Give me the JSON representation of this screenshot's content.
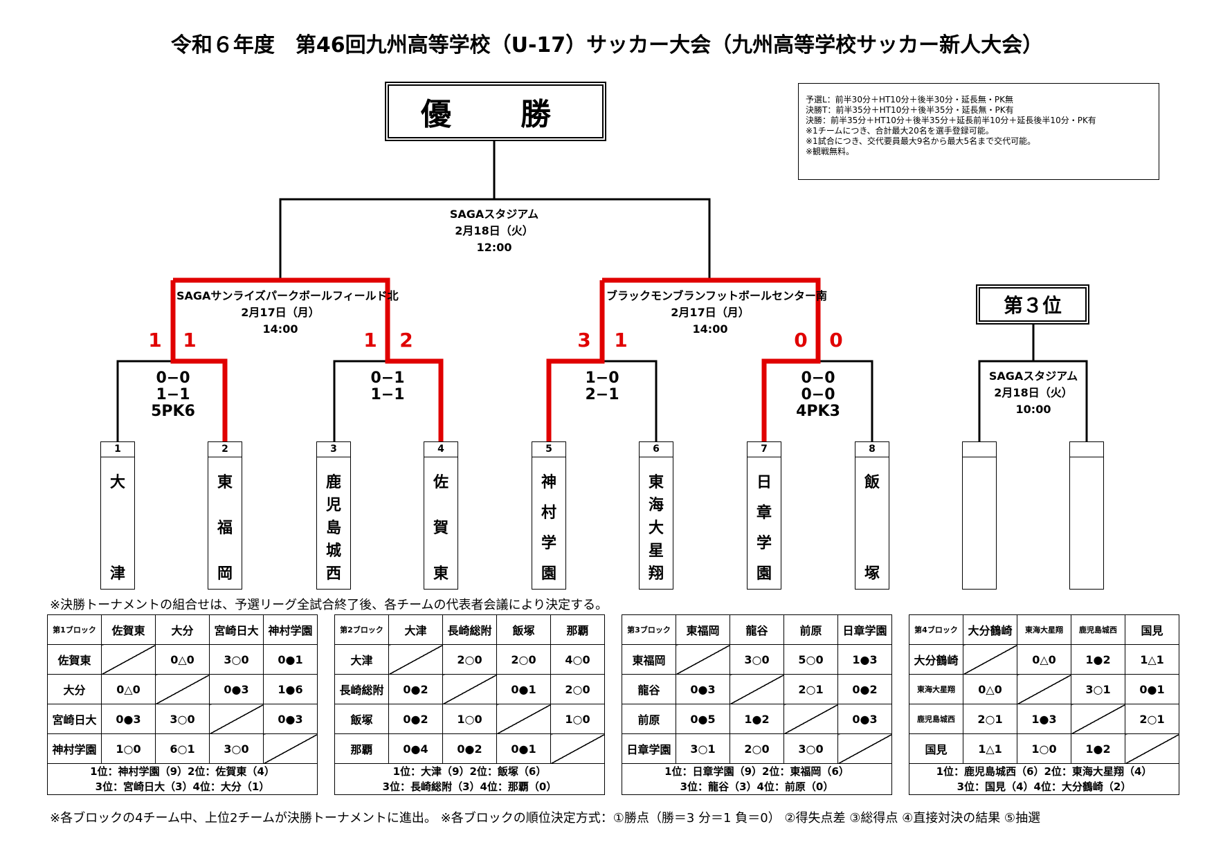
{
  "title": "令和６年度　第46回九州高等学校（U-17）サッカー大会（九州高等学校サッカー新人大会）",
  "champion_label": "優　勝",
  "third_label": "第３位",
  "rules": [
    "予選L：前半30分＋HT10分＋後半30分・延長無・PK無",
    "決勝T：前半35分＋HT10分＋後半35分・延長無・PK有",
    "決勝：前半35分＋HT10分＋後半35分＋延長前半10分＋延長後半10分・PK有",
    "※1チームにつき、合計最大20名を選手登録可能。",
    "※1試合につき、交代要員最大9名から最大5名まで交代可能。",
    "※観戦無料。"
  ],
  "final": {
    "venue": "SAGAスタジアム",
    "date": "2月18日（火）",
    "time": "12:00"
  },
  "semi_left": {
    "venue": "SAGAサンライズパークボールフィールド北",
    "date": "2月17日（月）",
    "time": "14:00"
  },
  "semi_right": {
    "venue": "ブラックモンブランフットボールセンター南",
    "date": "2月17日（月）",
    "time": "14:00"
  },
  "third_match": {
    "venue": "SAGAスタジアム",
    "date": "2月18日（火）",
    "time": "10:00"
  },
  "semi_scores": [
    "1",
    "1",
    "1",
    "2",
    "3",
    "1",
    "0",
    "0"
  ],
  "qf_scores": [
    {
      "l1": "0−0",
      "l2": "1−1",
      "l3": "5PK6"
    },
    {
      "l1": "0−1",
      "l2": "1−1",
      "l3": ""
    },
    {
      "l1": "1−0",
      "l2": "2−1",
      "l3": ""
    },
    {
      "l1": "0−0",
      "l2": "0−0",
      "l3": "4PK3"
    }
  ],
  "teams": [
    {
      "num": "1",
      "name": "大津",
      "chars": [
        "大",
        "津"
      ]
    },
    {
      "num": "2",
      "name": "東福岡",
      "chars": [
        "東",
        "福",
        "岡"
      ]
    },
    {
      "num": "3",
      "name": "鹿児島城西",
      "chars": [
        "鹿",
        "児",
        "島",
        "城",
        "西"
      ]
    },
    {
      "num": "4",
      "name": "佐賀東",
      "chars": [
        "佐",
        "賀",
        "東"
      ]
    },
    {
      "num": "5",
      "name": "神村学園",
      "chars": [
        "神",
        "村",
        "学",
        "園"
      ]
    },
    {
      "num": "6",
      "name": "東海大星翔",
      "chars": [
        "東",
        "海",
        "大",
        "星",
        "翔"
      ]
    },
    {
      "num": "7",
      "name": "日章学園",
      "chars": [
        "日",
        "章",
        "学",
        "園"
      ]
    },
    {
      "num": "8",
      "name": "飯塚",
      "chars": [
        "飯",
        "塚"
      ]
    }
  ],
  "note_top": "※決勝トーナメントの組合せは、予選リーグ全試合終了後、各チームの代表者会議により決定する。",
  "note_bottom": "※各ブロックの4チーム中、上位2チームが決勝トーナメントに進出。 ※各ブロックの順位決定方式：①勝点（勝＝3 分＝1 負＝0） ②得失点差 ③総得点 ④直接対決の結果 ⑤抽選",
  "blocks": [
    {
      "label": "第1ブロック",
      "teams": [
        "佐賀東",
        "大分",
        "宮崎日大",
        "神村学園"
      ],
      "results": [
        [
          "",
          "0△0",
          "3○0",
          "0●1"
        ],
        [
          "0△0",
          "",
          "0●3",
          "1●6"
        ],
        [
          "0●3",
          "3○0",
          "",
          "0●3"
        ],
        [
          "1○0",
          "6○1",
          "3○0",
          ""
        ]
      ],
      "rank1": "1位：神村学園（9）2位：佐賀東（4）",
      "rank2": "3位：宮崎日大（3）4位：大分（1）"
    },
    {
      "label": "第2ブロック",
      "teams": [
        "大津",
        "長崎総附",
        "飯塚",
        "那覇"
      ],
      "results": [
        [
          "",
          "2○0",
          "2○0",
          "4○0"
        ],
        [
          "0●2",
          "",
          "0●1",
          "2○0"
        ],
        [
          "0●2",
          "1○0",
          "",
          "1○0"
        ],
        [
          "0●4",
          "0●2",
          "0●1",
          ""
        ]
      ],
      "rank1": "1位：大津（9）2位：飯塚（6）",
      "rank2": "3位：長崎総附（3）4位：那覇（0）"
    },
    {
      "label": "第3ブロック",
      "teams": [
        "東福岡",
        "龍谷",
        "前原",
        "日章学園"
      ],
      "results": [
        [
          "",
          "3○0",
          "5○0",
          "1●3"
        ],
        [
          "0●3",
          "",
          "2○1",
          "0●2"
        ],
        [
          "0●5",
          "1●2",
          "",
          "0●3"
        ],
        [
          "3○1",
          "2○0",
          "3○0",
          ""
        ]
      ],
      "rank1": "1位：日章学園（9）2位：東福岡（6）",
      "rank2": "3位：龍谷（3）4位：前原（0）"
    },
    {
      "label": "第4ブロック",
      "teams": [
        "大分鶴崎",
        "東海大星翔",
        "鹿児島城西",
        "国見"
      ],
      "results": [
        [
          "",
          "0△0",
          "1●2",
          "1△1"
        ],
        [
          "0△0",
          "",
          "3○1",
          "0●1"
        ],
        [
          "2○1",
          "1●3",
          "",
          "2○1"
        ],
        [
          "1△1",
          "1○0",
          "1●2",
          ""
        ]
      ],
      "rank1": "1位：鹿児島城西（6）2位：東海大星翔（4）",
      "rank2": "3位：国見（4）4位：大分鶴崎（2）"
    }
  ]
}
